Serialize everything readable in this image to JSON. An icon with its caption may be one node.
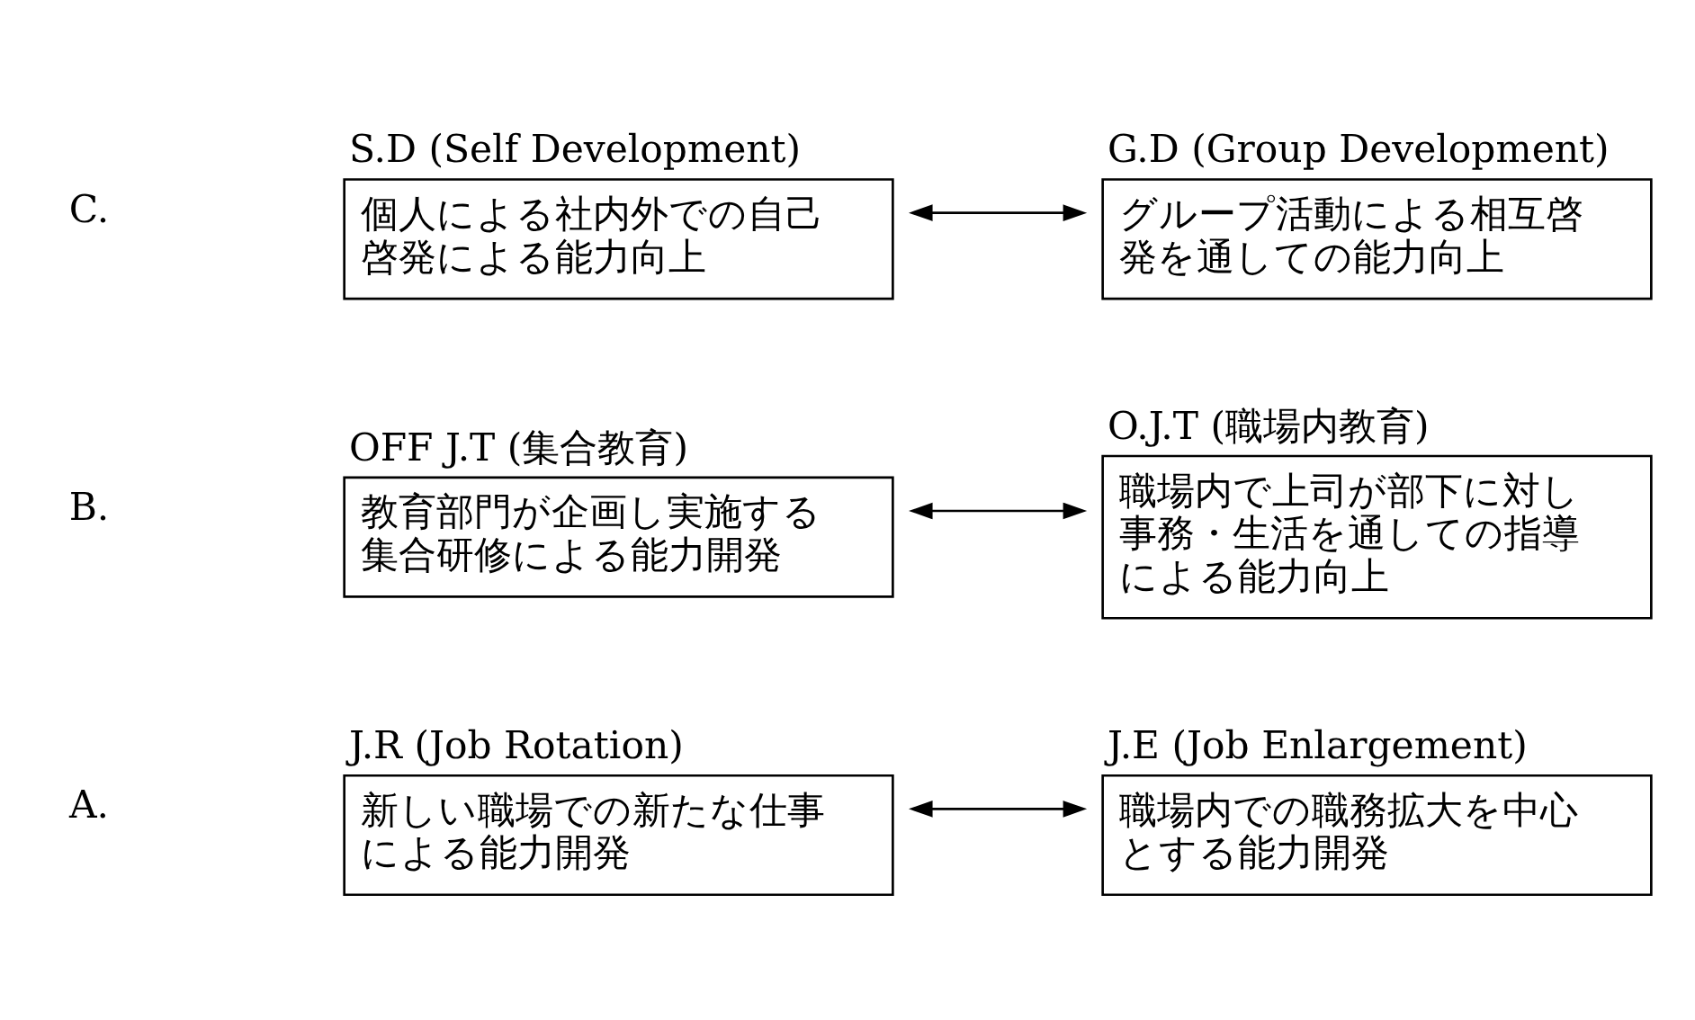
{
  "diagram": {
    "nodes": [
      {
        "text": [
          "J.R (Job Rotation)",
          "新しい職場での新たな仕事による能力開発"
        ]
      },
      {
        "text": [
          "J.E (Job Enlargement)",
          "職場内での職務拡大を中心とする能力開発"
        ]
      },
      {
        "text": [
          "OFF J.T (集合教育)",
          "教育部門が企画し実施する集合研修による能力開発"
        ]
      },
      {
        "text": [
          "O.J.T (職場内教育)",
          "職場内で上司が部下に対し事務・生活を通しての指導による能力向上"
        ]
      },
      {
        "text": [
          "S.D (Self Development)",
          "個人による社内外での自己啓発による能力向上"
        ]
      },
      {
        "text": [
          "G.D (Group Development)",
          "グループ活動による相互啓発を通しての能力向上"
        ]
      }
    ],
    "edges": [
      {
        "from": 0,
        "to": 1,
        "arrow": "both"
      },
      {
        "from": 2,
        "to": 3,
        "arrow": "both"
      },
      {
        "from": 4,
        "to": 5,
        "arrow": "both"
      }
    ],
    "labels": [
      "A.",
      "B.",
      "C."
    ]
  }
}
